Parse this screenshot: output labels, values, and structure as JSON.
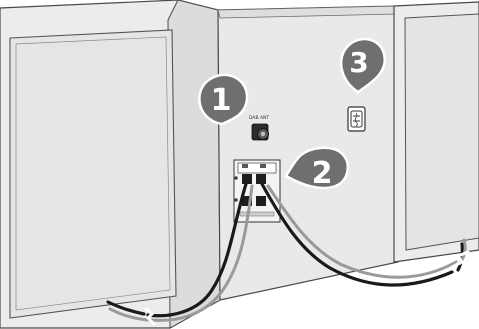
{
  "image_title": "",
  "callouts": [
    {
      "number": "1",
      "target": "antenna-socket"
    },
    {
      "number": "2",
      "target": "speaker-terminals"
    },
    {
      "number": "3",
      "target": "power-inlet"
    }
  ],
  "antenna_label": "DAB ANT",
  "colors": {
    "cabinet_fill": "#e9e9e9",
    "cabinet_outline": "#4a4a4a",
    "panel_fill": "#e3e3e3",
    "callout_fill": "#6f6f6f",
    "callout_text": "#ffffff",
    "cable_dark": "#1a1a1a",
    "cable_gray": "#9a9a9a"
  }
}
